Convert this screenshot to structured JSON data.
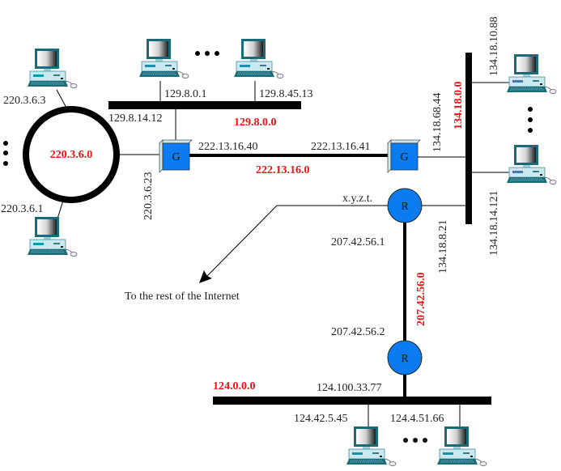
{
  "colors": {
    "network_label": "#ee1111",
    "device_fill": "#0a7cf0",
    "monitor_frame": "#1a6b7a",
    "case_fill": "#c9e8f0"
  },
  "networks": {
    "ring": "220.3.6.0",
    "top_bus": "129.8.0.0",
    "gateway_link": "222.13.16.0",
    "right_bus": "134.18.0.0",
    "router_link": "207.42.56.0",
    "bottom_bus": "124.0.0.0"
  },
  "addresses": {
    "ring_host_top": "220.3.6.3",
    "ring_host_bottom": "220.3.6.1",
    "ring_gateway": "220.3.6.23",
    "top_host_1": "129.8.0.1",
    "top_host_2": "129.8.45.13",
    "top_gateway": "129.8.14.12",
    "gw1_link": "222.13.16.40",
    "gw2_link": "222.13.16.41",
    "gw2_right": "134.18.68.44",
    "right_host_1": "134.18.10.88",
    "right_host_2": "134.18.14.121",
    "router1_right": "134.18.8.21",
    "router1_internet": "x.y.z.t.",
    "router1_down": "207.42.56.1",
    "router2_up": "207.42.56.2",
    "router2_down": "124.100.33.77",
    "bottom_host_1": "124.42.5.45",
    "bottom_host_2": "124.4.51.66"
  },
  "devices": {
    "gateway_letter": "G",
    "router_letter": "R"
  },
  "internet_label": "To the rest of the Internet",
  "icons": [
    "computer-icon",
    "gateway-icon",
    "router-icon",
    "ellipsis-dots"
  ]
}
